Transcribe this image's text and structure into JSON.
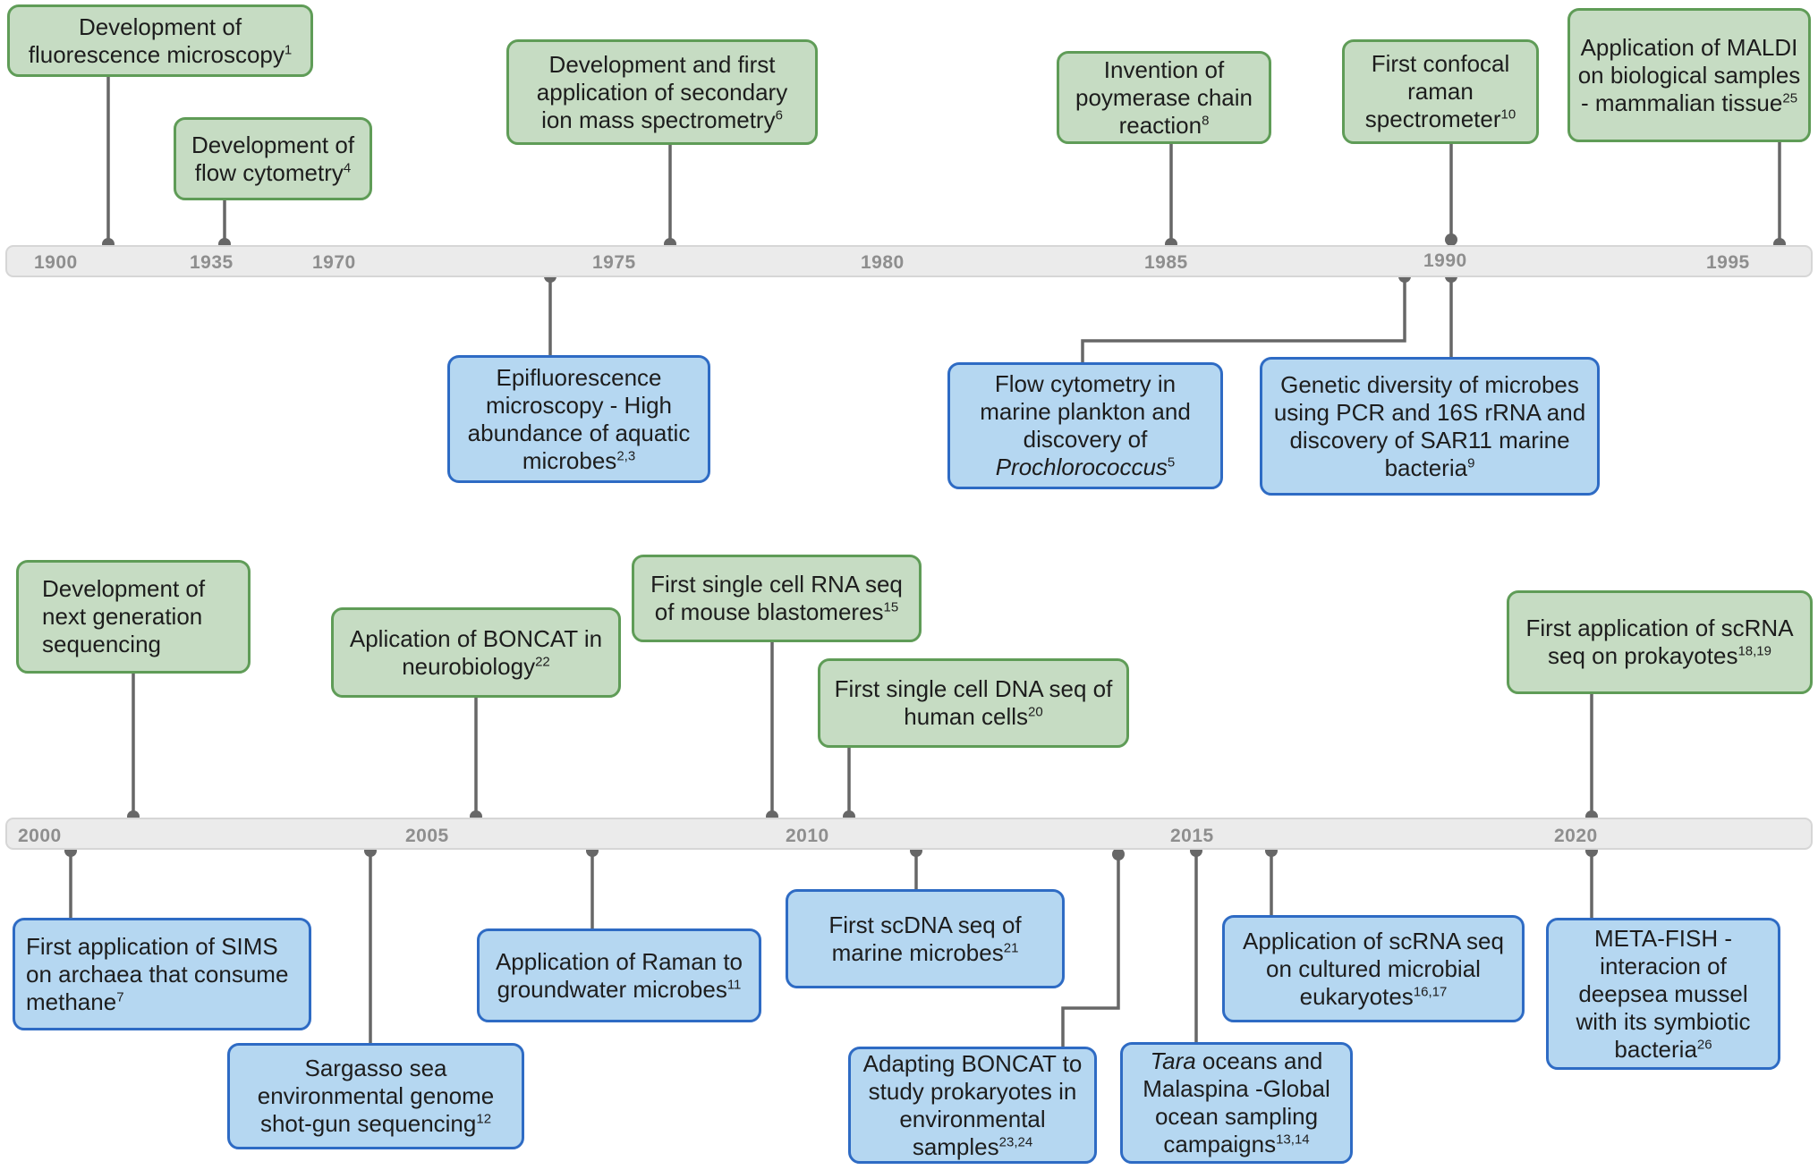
{
  "timeline_top": {
    "ticks": [
      "1900",
      "1935",
      "1970",
      "1975",
      "1980",
      "1985",
      "1990",
      "1995"
    ]
  },
  "timeline_bottom": {
    "ticks": [
      "2000",
      "2005",
      "2010",
      "2015",
      "2020"
    ]
  },
  "colors": {
    "green_fill": "#c6dcc3",
    "green_border": "#5f9c57",
    "blue_fill": "#b5d7f1",
    "blue_border": "#2e6bc4",
    "connector": "#676767",
    "axis_bar": "#ebebeb"
  },
  "events": {
    "fluorescence_microscopy": "Development of fluorescence microscopy",
    "fluorescence_microscopy_ref": "1",
    "flow_cytometry": "Development of flow cytometry",
    "flow_cytometry_ref": "4",
    "sims": "Development and first application of secondary ion mass spectrometry",
    "sims_ref": "6",
    "pcr": "Invention of poymerase chain reaction",
    "pcr_ref": "8",
    "confocal_raman": "First confocal raman spectrometer",
    "confocal_raman_ref": "10",
    "maldi": "Application of MALDI on biological samples - mammalian tissue",
    "maldi_ref": "25",
    "epifluorescence": "Epifluorescence microscopy - High abundance of aquatic microbes",
    "epifluorescence_ref": "2,3",
    "flow_plankton": "Flow cytometry in marine plankton and discovery of",
    "flow_plankton_italic": "Prochlorococcus",
    "flow_plankton_ref": "5",
    "genetic_diversity": "Genetic diversity of microbes using PCR and 16S rRNA and discovery of SAR11 marine bacteria",
    "genetic_diversity_ref": "9",
    "ngs": "Development of next generation sequencing",
    "boncat_neuro": "Aplication of BONCAT in neurobiology",
    "boncat_neuro_ref": "22",
    "scrna_mouse": "First single cell RNA seq of mouse blastomeres",
    "scrna_mouse_ref": "15",
    "scdna_human": "First single cell DNA seq of human cells",
    "scdna_human_ref": "20",
    "scrna_prok": "First application of scRNA seq on prokayotes",
    "scrna_prok_ref": "18,19",
    "sims_archaea": "First application of SIMS on archaea that consume methane",
    "sims_archaea_ref": "7",
    "sargasso": "Sargasso sea environmental genome shot-gun sequencing",
    "sargasso_ref": "12",
    "raman_groundwater": "Application of Raman to groundwater microbes",
    "raman_groundwater_ref": "11",
    "scdna_marine": "First scDNA seq of marine microbes",
    "scdna_marine_ref": "21",
    "boncat_prok": "Adapting BONCAT to study prokaryotes in environmental samples",
    "boncat_prok_ref": "23,24",
    "tara_italic": "Tara",
    "tara": "oceans and Malaspina -Global ocean sampling campaigns",
    "tara_ref": "13,14",
    "scrna_euk": "Application of scRNA seq on cultured microbial eukaryotes",
    "scrna_euk_ref": "16,17",
    "meta_fish": "META-FISH - interacion of deepsea mussel with its symbiotic bacteria",
    "meta_fish_ref": "26"
  }
}
